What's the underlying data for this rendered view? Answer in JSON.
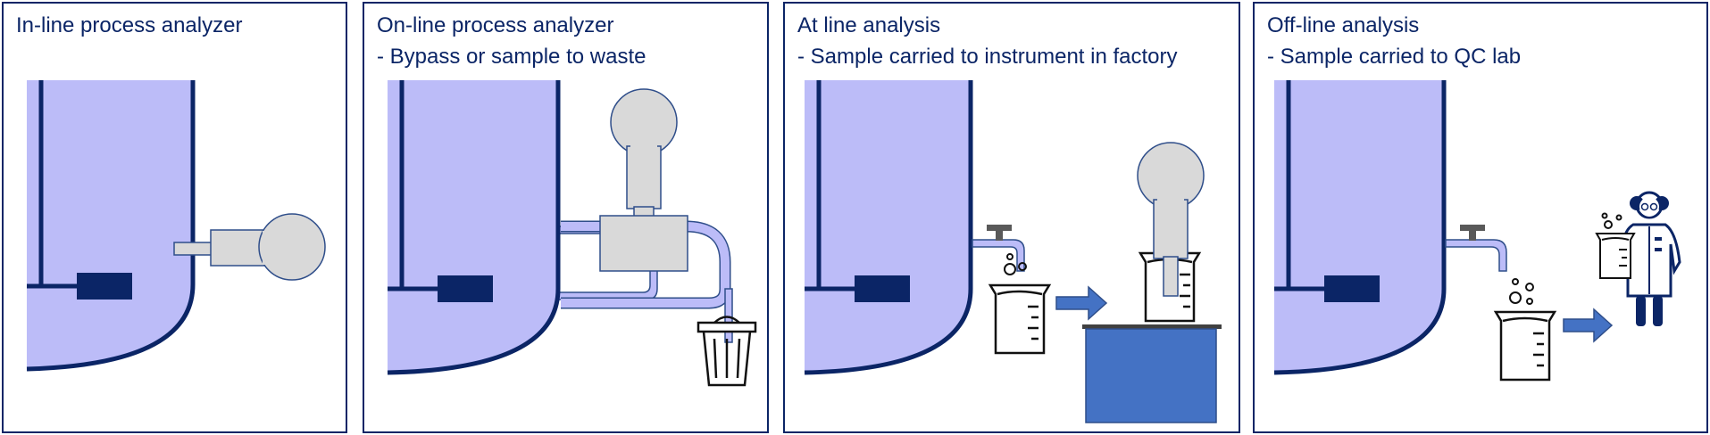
{
  "panels": [
    {
      "title": "In-line process analyzer",
      "subtitle": ""
    },
    {
      "title": "On-line process analyzer",
      "subtitle": "- Bypass or sample to waste"
    },
    {
      "title": "At line analysis",
      "subtitle": "- Sample carried to instrument in factory"
    },
    {
      "title": "Off-line analysis",
      "subtitle": "- Sample carried to QC lab"
    }
  ],
  "colors": {
    "border": "#0b2566",
    "tank_liquid": "#bcbcf8",
    "tank_wall": "#0b2566",
    "analyzer_fill": "#d9d9d9",
    "analyzer_stroke": "#2f4e8a",
    "arrow": "#4472c4",
    "bench": "#4472c4",
    "valve": "#595959"
  },
  "icons": [
    "tank",
    "stirrer",
    "probe-analyzer",
    "bypass-pipe",
    "waste-bin",
    "tap-valve",
    "beaker",
    "arrow",
    "lab-bench",
    "scientist"
  ]
}
